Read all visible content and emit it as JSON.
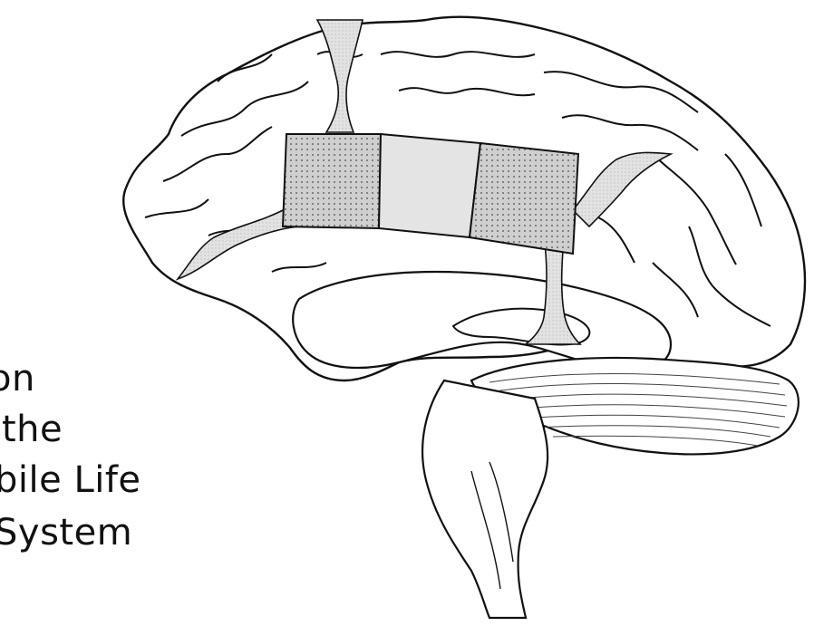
{
  "caption": {
    "lines": [
      "on",
      "the",
      "bile Life",
      "System"
    ]
  },
  "colors": {
    "outline": "#111111",
    "shaded": "#bdbdbd",
    "shaded_light": "#dcdcdc",
    "background": "#ffffff"
  },
  "diagram": {
    "subject": "brain-sagittal-view",
    "highlighted_region": "dotted-bandage-patch"
  }
}
